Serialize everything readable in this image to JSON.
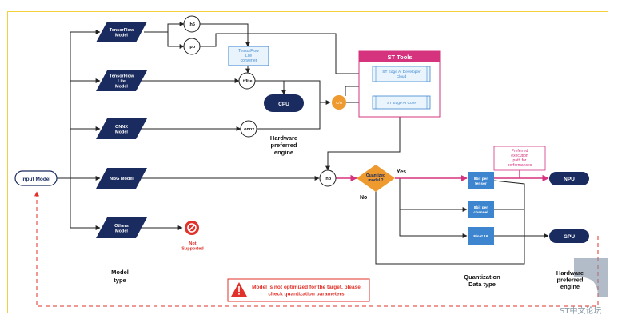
{
  "input_model": "Input Model",
  "models": [
    {
      "lines": [
        "TensorFlow",
        "Model"
      ]
    },
    {
      "lines": [
        "TensorFlow",
        "Lite",
        "Model"
      ]
    },
    {
      "lines": [
        "ONNX",
        "Model"
      ]
    },
    {
      "lines": [
        "NBG Model"
      ]
    },
    {
      "lines": [
        "Others",
        "Model"
      ]
    }
  ],
  "formats": {
    "h5": ".h5",
    "pb": ".pb",
    "tflite": ".tflite",
    "onnx": ".onnx",
    "nb": ".nb"
  },
  "converter_lines": [
    "TensorFlow",
    "Lite",
    "converter"
  ],
  "cpu": "CPU",
  "cpu_badge": "C/H",
  "hw_engine_lines_left": [
    "Hardware",
    "preferred",
    "engine"
  ],
  "st_tools": {
    "title": "ST Tools",
    "cloud_lines": [
      "ST Edge AI Developer",
      "Cloud"
    ],
    "core": "ST Edge AI Core"
  },
  "not_supported_lines": [
    "Not",
    "Supported"
  ],
  "quantized_lines": [
    "Quantized",
    "model ?"
  ],
  "yes": "Yes",
  "no": "No",
  "quant_types": [
    {
      "lines": [
        "8bit per",
        "tensor"
      ]
    },
    {
      "lines": [
        "8bit per",
        "channel"
      ]
    },
    {
      "lines": [
        "Float 16"
      ]
    }
  ],
  "preferred_lines": [
    "Preferred",
    "execution",
    "path for",
    "performances"
  ],
  "npu": "NPU",
  "gpu": "GPU",
  "model_type_lines": [
    "Model",
    "type"
  ],
  "quant_data_type_lines": [
    "Quantization",
    "Data type"
  ],
  "hw_engine_lines_right": [
    "Hardware",
    "preferred",
    "engine"
  ],
  "warning_lines": [
    "Model is not optimized for the target, please",
    "check quantization parameters"
  ],
  "watermark": "ST中文论坛",
  "colors": {
    "navy": "#1a2b5f",
    "orange": "#ee9a2e",
    "magenta": "#d6337f",
    "blue": "#3d86cf",
    "red": "#e0322a",
    "accent_light": "#cfe4f6"
  }
}
